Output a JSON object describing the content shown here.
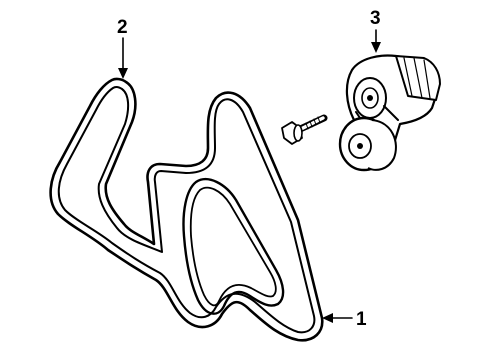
{
  "callouts": {
    "belt": "1",
    "belt_routing": "2",
    "tensioner": "3"
  },
  "colors": {
    "ink": "#000000",
    "background": "#ffffff"
  }
}
